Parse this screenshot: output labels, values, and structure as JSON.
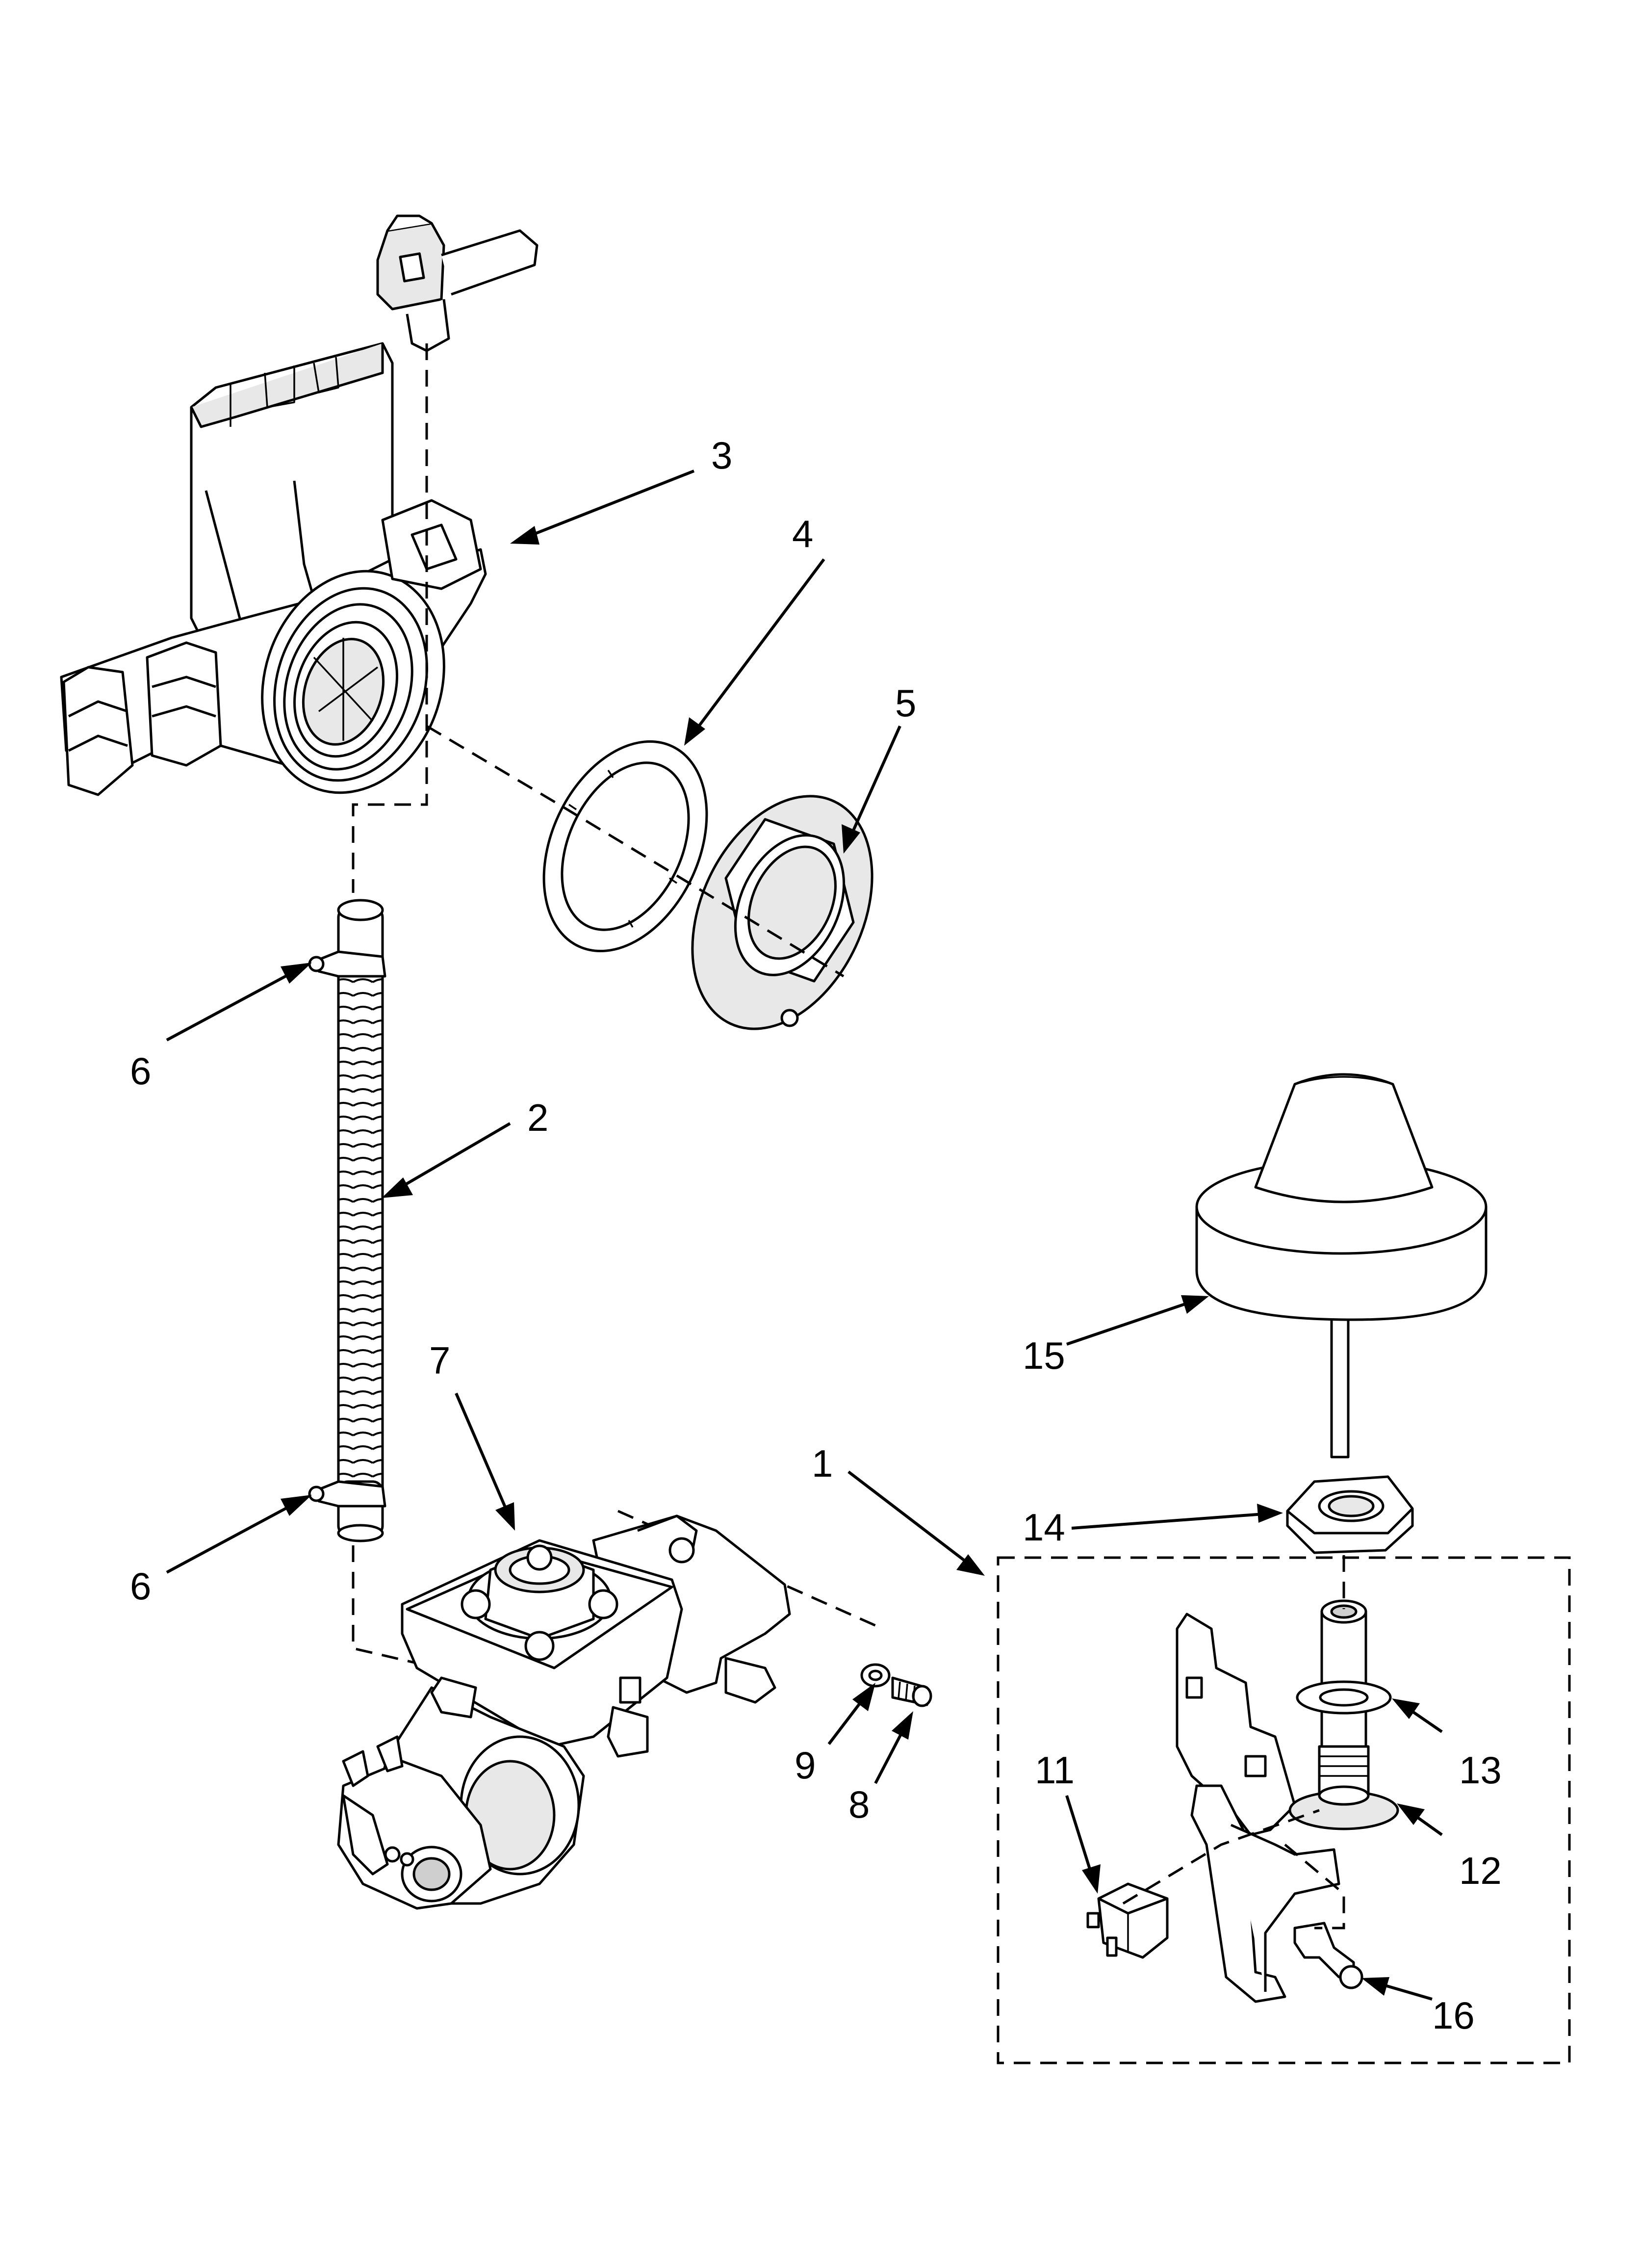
{
  "diagram": {
    "callouts": [
      {
        "id": "c3",
        "label": "3"
      },
      {
        "id": "c4",
        "label": "4"
      },
      {
        "id": "c5",
        "label": "5"
      },
      {
        "id": "c6a",
        "label": "6"
      },
      {
        "id": "c2",
        "label": "2"
      },
      {
        "id": "c7",
        "label": "7"
      },
      {
        "id": "c1",
        "label": "1"
      },
      {
        "id": "c6b",
        "label": "6"
      },
      {
        "id": "c9",
        "label": "9"
      },
      {
        "id": "c8",
        "label": "8"
      },
      {
        "id": "c15",
        "label": "15"
      },
      {
        "id": "c14",
        "label": "14"
      },
      {
        "id": "c11",
        "label": "11"
      },
      {
        "id": "c13",
        "label": "13"
      },
      {
        "id": "c12",
        "label": "12"
      },
      {
        "id": "c16",
        "label": "16"
      }
    ]
  }
}
